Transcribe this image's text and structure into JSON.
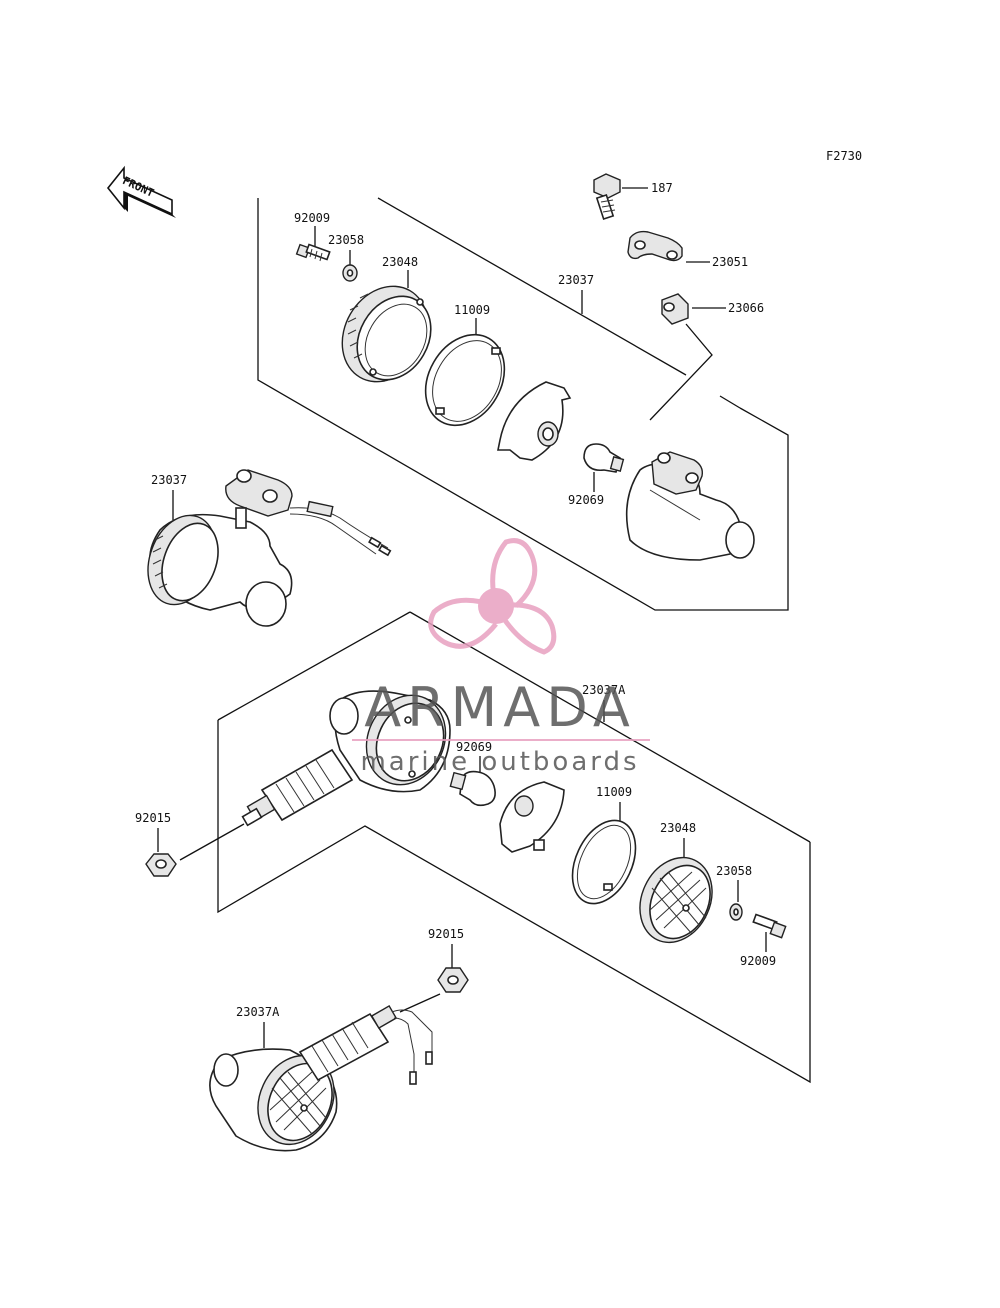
{
  "figure_code": "F2730",
  "front_arrow_label": "FRONT",
  "labels": {
    "p187": "187",
    "p23051": "23051",
    "p23066": "23066",
    "p92009_top": "92009",
    "p23058_top": "23058",
    "p23048_top": "23048",
    "p11009_top": "11009",
    "p23037_top": "23037",
    "p92069_top": "92069",
    "p23037_left": "23037",
    "p23037A_mid": "23037A",
    "p92069_mid": "92069",
    "p92015_mid": "92015",
    "p11009_mid": "11009",
    "p23048_mid": "23048",
    "p23058_mid": "23058",
    "p92009_mid": "92009",
    "p92015_bot": "92015",
    "p23037A_bot": "23037A"
  },
  "watermark": {
    "brand": "ARMADA",
    "tagline": "marine outboards",
    "brand_color": "#555555",
    "accent_color": "#e8a0c0"
  }
}
